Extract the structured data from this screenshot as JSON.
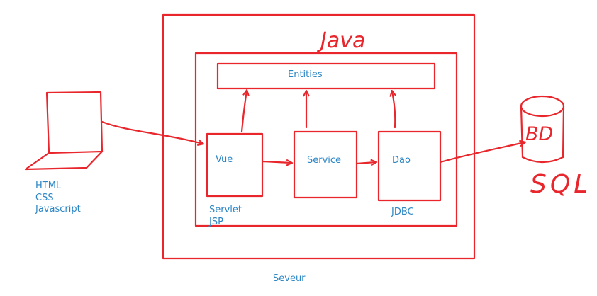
{
  "colors": {
    "ink": "#e8262c",
    "text": "#2b86c5",
    "background": "#ffffff"
  },
  "handwriting": {
    "java": "Java",
    "bd": "BD",
    "sql": "SQL"
  },
  "labels": {
    "entities": "Entities",
    "vue": "Vue",
    "service": "Service",
    "dao": "Dao",
    "servlet": "Servlet",
    "jsp": "JSP",
    "jdbc": "JDBC",
    "server": "Seveur",
    "client": [
      "HTML",
      "CSS",
      "Javascript"
    ]
  },
  "icons": {
    "client": "laptop-icon",
    "database": "database-cylinder-icon"
  }
}
